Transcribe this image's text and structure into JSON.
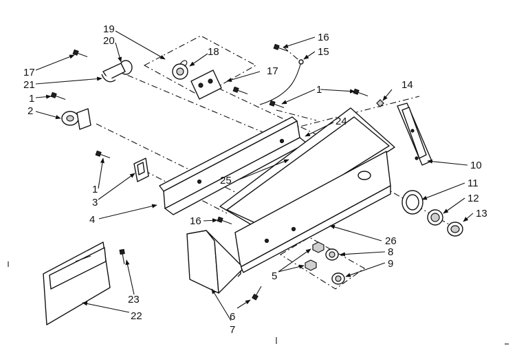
{
  "callouts": {
    "c1a": "1",
    "c1b": "1",
    "c1c": "1",
    "c2": "2",
    "c3": "3",
    "c4": "4",
    "c5": "5",
    "c6": "6",
    "c7": "7",
    "c8": "8",
    "c9": "9",
    "c10": "10",
    "c11": "11",
    "c12": "12",
    "c13": "13",
    "c14": "14",
    "c15": "15",
    "c16a": "16",
    "c16b": "16",
    "c17a": "17",
    "c17b": "17",
    "c18": "18",
    "c19": "19",
    "c20": "20",
    "c21": "21",
    "c22": "22",
    "c23": "23",
    "c24": "24",
    "c25": "25",
    "c26": "26"
  }
}
